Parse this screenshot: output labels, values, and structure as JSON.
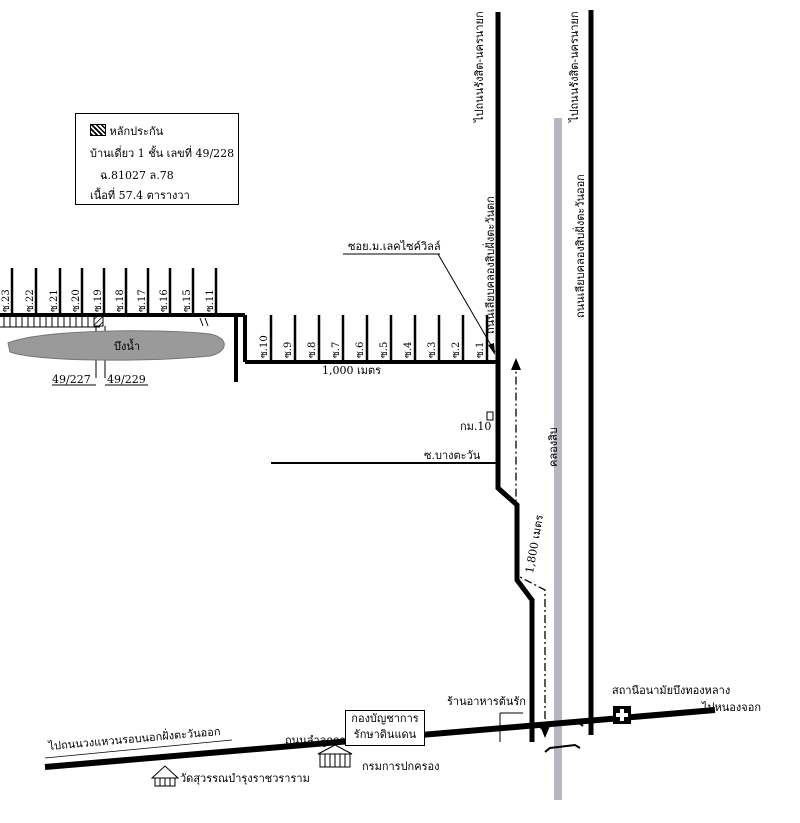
{
  "legend": {
    "collateral_label": "หลักประกัน",
    "property_line": "บ้านเดี่ยว 1 ชั้น เลขที่ 49/228",
    "deed_line": "ฉ.81027   ล.78",
    "area_line": "เนื้อที่ 57.4  ตารางวา"
  },
  "roads": {
    "left_road_north": "ไปถนนรังสิต-นครนายก",
    "left_road_name": "ถนนเลียบคลองสิบฝั่งตะวันตก",
    "right_road_north": "ไปถนนรังสิต-นครนายก",
    "right_road_name": "ถนนเลียบคลองสิบฝั่งตะวันออก",
    "main_road_west": "ไปถนนวงแหวนรอบนอกฝั่งตะวันออก",
    "main_road_east": "ไปหนองจอก",
    "main_road_local_name": "ถนนลำลูกกา"
  },
  "labels": {
    "soi_lake": "ซอย.ม.เลคไซค์วิลล์",
    "distance_soi": "1,000 เมตร",
    "distance_road": "1,800 เมตร",
    "km_marker": "กม.10",
    "soi_bangtawan": "ซ.บางตะวัน",
    "canal": "คลองสิบ",
    "pond": "บึงน้ำ",
    "plot_left": "49/227",
    "plot_right": "49/229",
    "restaurant": "ร้านอาหารต้นรัก",
    "health_station": "สถานีอนามัยบึงทองหลาง",
    "temple": "วัดสุวรรณบำรุงราชวราราม",
    "dept": "กรมการปกครอง",
    "border_box_line1": "กองบัญชาการ",
    "border_box_line2": "รักษาดินแดน"
  },
  "soi_lower": [
    "ซ.10",
    "ซ.9",
    "ซ.8",
    "ซ.7",
    "ซ.6",
    "ซ.5",
    "ซ.4",
    "ซ.3",
    "ซ.2",
    "ซ.1"
  ],
  "soi_upper": [
    "ซ.23",
    "ซ.22",
    "ซ.21",
    "ซ.20",
    "ซ.19",
    "ซ.18",
    "ซ.17",
    "ซ.16",
    "ซ.15",
    "ซ.11"
  ],
  "colors": {
    "canal": "#b9b6c4",
    "pond": "#9a9a9a",
    "ink": "#000000"
  }
}
